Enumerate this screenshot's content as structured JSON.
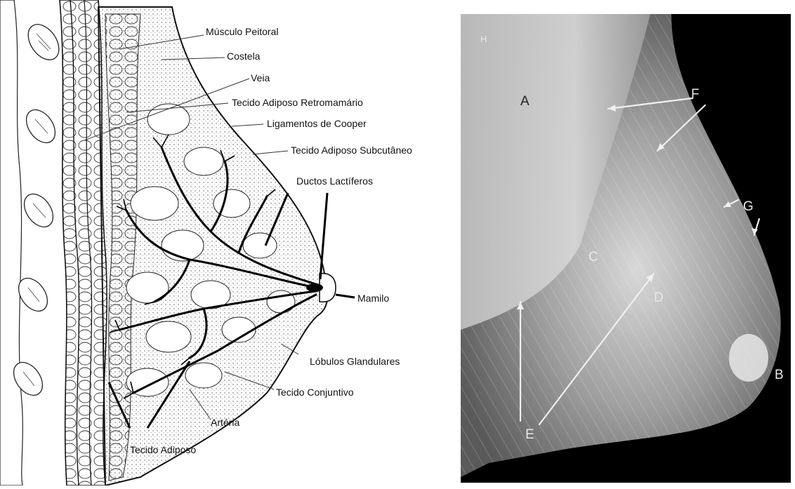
{
  "diagram": {
    "labels": {
      "musculo_peitoral": "Músculo Peitoral",
      "costela": "Costela",
      "veia": "Veia",
      "tecido_adiposo_retromamario": "Tecido Adiposo Retromamário",
      "ligamentos_cooper": "Ligamentos de Cooper",
      "tecido_adiposo_subcutaneo": "Tecido Adiposo Subcutâneo",
      "ductos_lactiferos": "Ductos Lactíferos",
      "mamilo": "Mamilo",
      "lobulos_glandulares": "Lóbulos Glandulares",
      "tecido_conjuntivo": "Tecido Conjuntivo",
      "arteria": "Artéria",
      "tecido_adiposo": "Tecido Adiposo"
    }
  },
  "mammogram": {
    "labels": {
      "h": "H",
      "a": "A",
      "f": "F",
      "g": "G",
      "c": "C",
      "d": "D",
      "e": "E",
      "b": "B"
    }
  }
}
